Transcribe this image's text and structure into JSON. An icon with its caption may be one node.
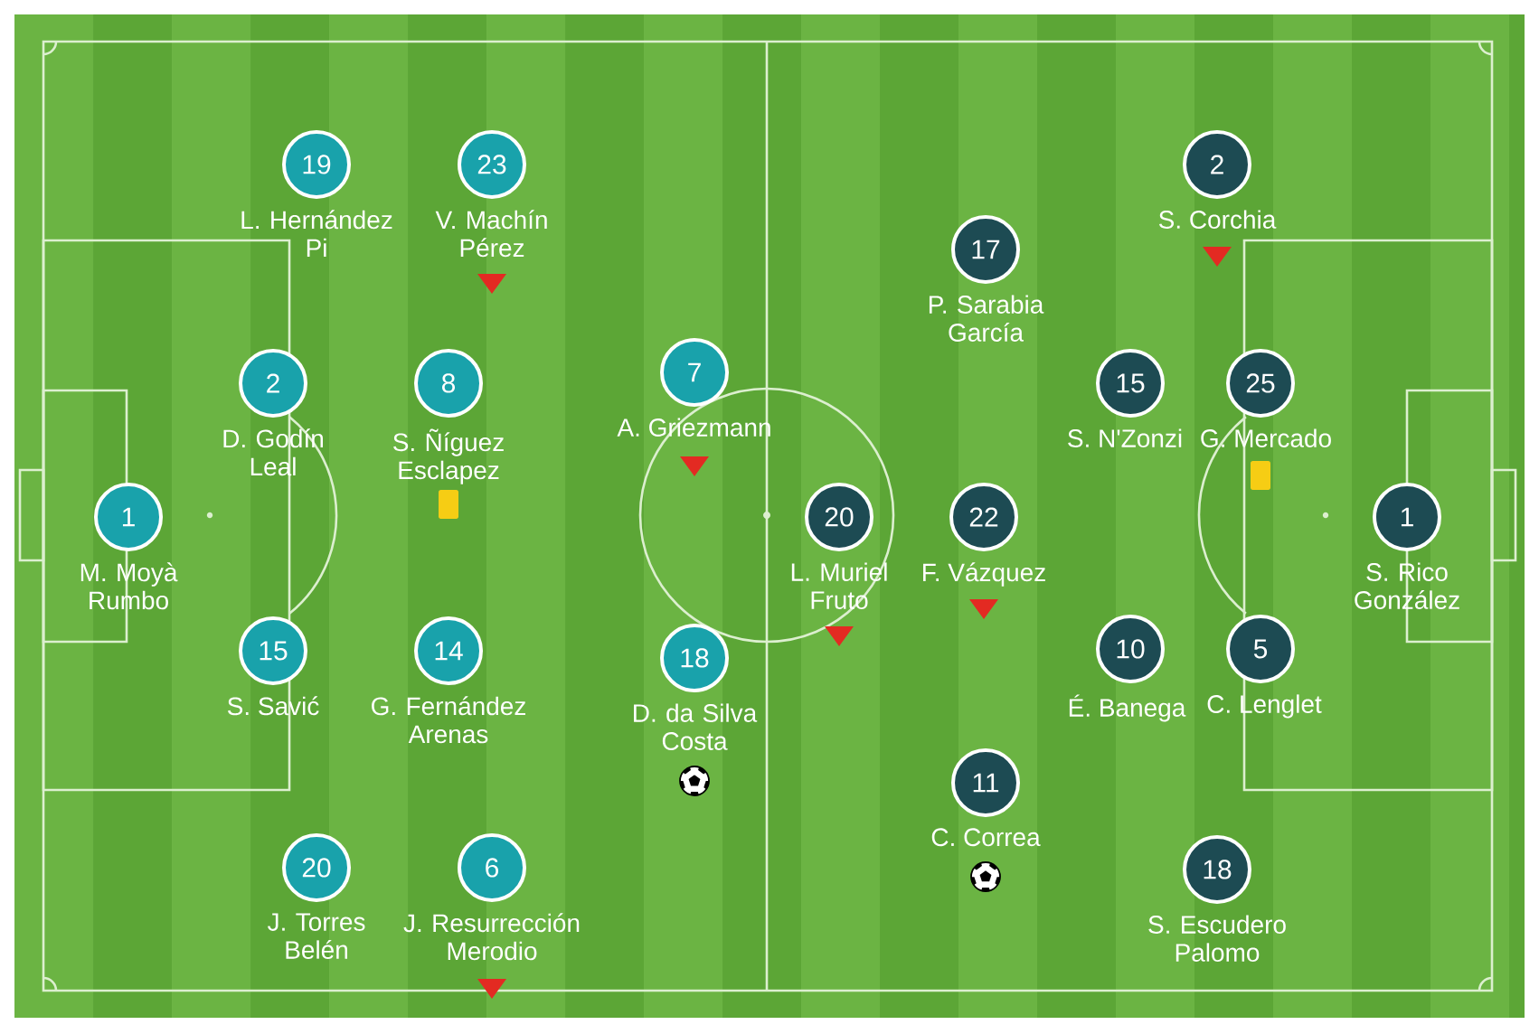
{
  "diagram": {
    "nodes": [
      {
        "text": [
          "19",
          "L. Hernández Pi"
        ]
      },
      {
        "text": [
          "23",
          "V. Machín Pérez"
        ]
      },
      {
        "text": [
          "2",
          "S. Corchia"
        ]
      },
      {
        "text": [
          "17",
          "P. Sarabia García"
        ]
      },
      {
        "text": [
          "2",
          "D. Godín Leal"
        ]
      },
      {
        "text": [
          "8",
          "S. Ñíguez Esclapez"
        ]
      },
      {
        "text": [
          "7",
          "A. Griezmann"
        ]
      },
      {
        "text": [
          "15",
          "S. N'Zonzi"
        ]
      },
      {
        "text": [
          "25",
          "G. Mercado"
        ]
      },
      {
        "text": [
          "1",
          "M. Moyà Rumbo"
        ]
      },
      {
        "text": [
          "20",
          "L. Muriel Fruto"
        ]
      },
      {
        "text": [
          "22",
          "F. Vázquez"
        ]
      },
      {
        "text": [
          "1",
          "S. Rico González"
        ]
      },
      {
        "text": [
          "15",
          "S. Savić"
        ]
      },
      {
        "text": [
          "14",
          "G. Fernández Arenas"
        ]
      },
      {
        "text": [
          "18",
          "D. da Silva Costa"
        ]
      },
      {
        "text": [
          "10",
          "É. Banega"
        ]
      },
      {
        "text": [
          "5",
          "C. Lenglet"
        ]
      },
      {
        "text": [
          "11",
          "C. Correa"
        ]
      },
      {
        "text": [
          "20",
          "J. Torres Belén"
        ]
      },
      {
        "text": [
          "6",
          "J. Resurrección Merodio"
        ]
      },
      {
        "text": [
          "18",
          "S. Escudero Palomo"
        ]
      }
    ]
  }
}
